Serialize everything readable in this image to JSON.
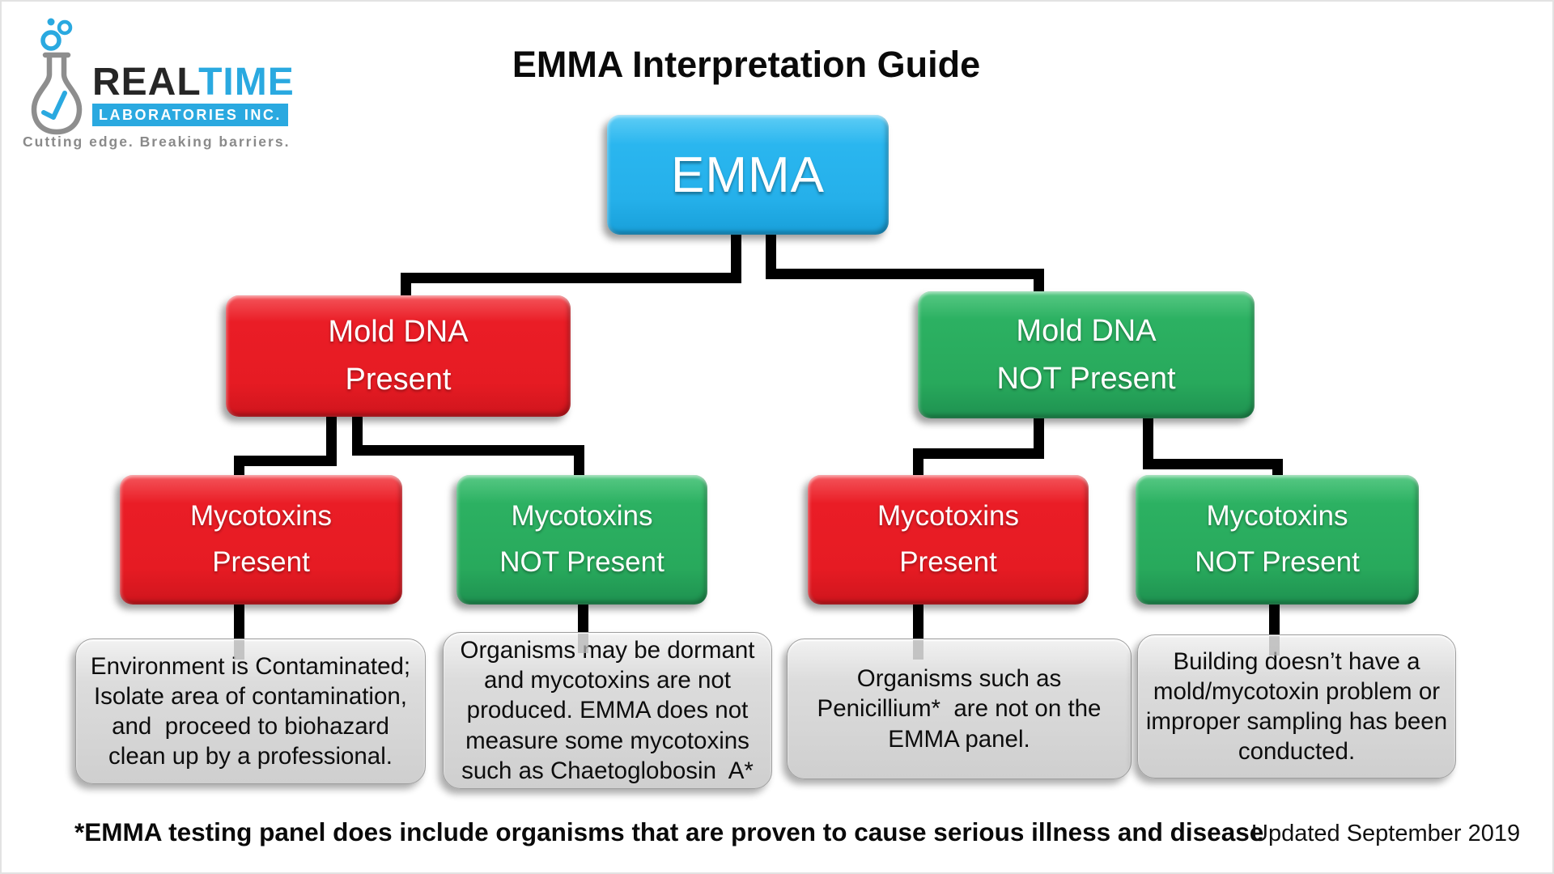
{
  "page": {
    "title": "EMMA Interpretation Guide"
  },
  "logo": {
    "brand_real": "REAL",
    "brand_time": "TIME",
    "subtitle": "LABORATORIES INC.",
    "tagline": "Cutting edge. Breaking barriers."
  },
  "colors": {
    "node_blue": "#29b4ee",
    "node_red": "#e61b23",
    "node_green": "#28a95c",
    "node_gray": "#d2d2d2",
    "connector": "#000000",
    "logo_blue": "#2aa9e0"
  },
  "diagram": {
    "root": {
      "label": "EMMA"
    },
    "level2": {
      "mold_present": {
        "line1": "Mold DNA",
        "line2": "Present"
      },
      "mold_not_present": {
        "line1": "Mold DNA",
        "line2": "NOT Present"
      }
    },
    "level3": {
      "myco_present_left": {
        "line1": "Mycotoxins",
        "line2": "Present"
      },
      "myco_not_present_left": {
        "line1": "Mycotoxins",
        "line2": "NOT Present"
      },
      "myco_present_right": {
        "line1": "Mycotoxins",
        "line2": "Present"
      },
      "myco_not_present_right": {
        "line1": "Mycotoxins",
        "line2": "NOT Present"
      }
    },
    "outcomes": {
      "contaminated": {
        "lines": [
          "Environment is Contaminated;",
          "Isolate area of contamination,",
          "and  proceed to biohazard",
          "clean up by a professional."
        ]
      },
      "dormant": {
        "lines": [
          "Organisms may be dormant",
          "and mycotoxins are not",
          "produced. EMMA does not",
          "measure some mycotoxins",
          "such as Chaetoglobosin  A*"
        ]
      },
      "penicillium": {
        "lines": [
          "Organisms such as",
          "Penicillium*  are not on the",
          "EMMA panel."
        ]
      },
      "no_problem": {
        "lines": [
          "Building doesn’t have a",
          "mold/mycotoxin problem or",
          "improper sampling has been",
          "conducted."
        ]
      }
    }
  },
  "footer": {
    "note": "*EMMA testing panel does include organisms that are proven to cause serious illness and disease",
    "updated": "Updated September 2019"
  }
}
